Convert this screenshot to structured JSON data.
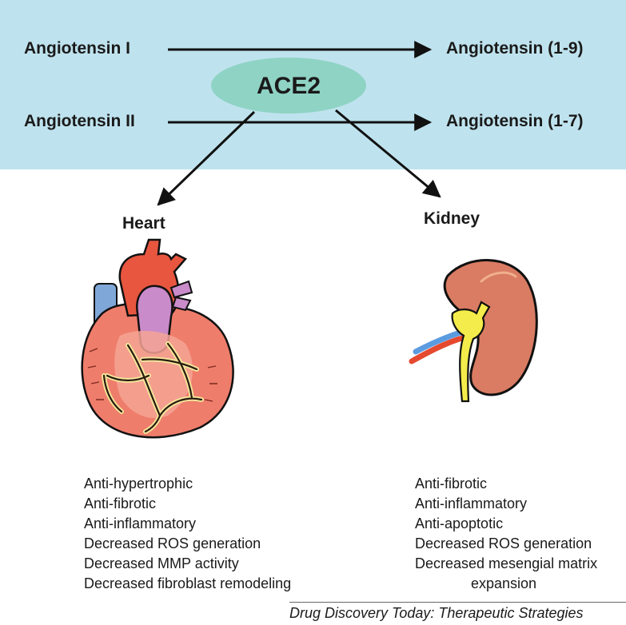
{
  "pathway": {
    "substrate_1": "Angiotensin I",
    "product_1": "Angiotensin (1-9)",
    "substrate_2": "Angiotensin II",
    "product_2": "Angiotensin (1-7)",
    "enzyme": "ACE2"
  },
  "heart": {
    "title": "Heart",
    "effects": [
      "Anti-hypertrophic",
      "Anti-fibrotic",
      "Anti-inflammatory",
      "Decreased ROS generation",
      "Decreased MMP activity",
      "Decreased fibroblast remodeling"
    ]
  },
  "kidney": {
    "title": "Kidney",
    "effects": [
      "Anti-fibrotic",
      "Anti-inflammatory",
      "Anti-apoptotic",
      "Decreased ROS generation",
      "Decreased mesengial matrix",
      "expansion"
    ]
  },
  "credit": "Drug Discovery Today: Therapeutic Strategies",
  "colors": {
    "banner": "#bfe3ee",
    "ace2_ellipse": "#8fd3c4",
    "kidney": "#d97c63",
    "ureter": "#f4ec4a"
  }
}
